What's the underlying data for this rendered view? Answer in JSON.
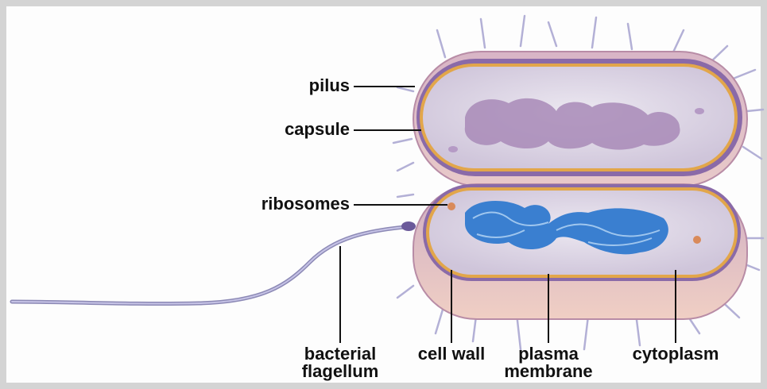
{
  "labels": {
    "pilus": "pilus",
    "capsule": "capsule",
    "ribosomes": "ribosomes",
    "flagellum_line1": "bacterial",
    "flagellum_line2": "flagellum",
    "cell_wall": "cell wall",
    "plasma_line1": "plasma",
    "plasma_line2": "membrane",
    "cytoplasm": "cytoplasm"
  },
  "colors": {
    "frame": "#d4d4d4",
    "cell_outer": "#c9a3b6",
    "cell_wall": "#7a5f9c",
    "plasma_membrane": "#e2a64a",
    "cytoplasm": "#ddd8e6",
    "nucleoid_top": "#a88ab7",
    "nucleoid_bottom": "#3a7fd0",
    "ribosome": "#d98a5a",
    "flagellum": "#8c89b5",
    "leader_line": "#111111"
  }
}
